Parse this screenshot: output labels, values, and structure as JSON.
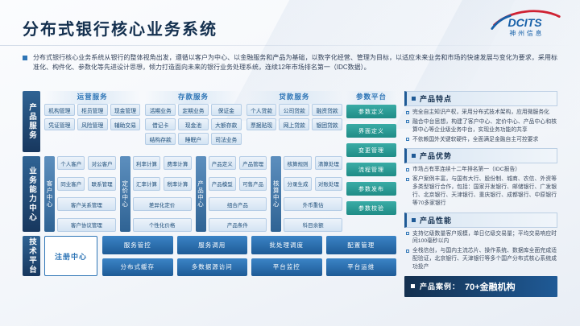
{
  "meta": {
    "accent": "#2e75b6",
    "navy": "#14304f",
    "teal": "#2a9d9a"
  },
  "header": {
    "title": "分布式银行核心业务系统",
    "logo_brand": "DCITS",
    "logo_company": "神州信息",
    "description": "分布式银行核心业务系统从银行的整体视角出发，遵循以客户为中心、以金融服务和产品为基础，以数字化经营、管理为目标，以适应未来业务和市场的快速发展与变化为要求，采用标准化、构件化、参数化等先进设计思想，倾力打造面向未来的银行业务处理系统，连续12年市场排名第一（IDC数据）。"
  },
  "diagram": {
    "layer_labels": [
      "产品服务",
      "业务能力中心",
      "技术平台"
    ],
    "service_groups": [
      {
        "title": "运营服务",
        "boxes": [
          "机构管理",
          "柜员管理",
          "现金管理",
          "凭证管理",
          "风险管理",
          "辅助交易"
        ]
      },
      {
        "title": "存款服务",
        "boxes": [
          "活期业务",
          "定期业务",
          "保证金",
          "借记卡",
          "现金池",
          "大额存款",
          "结构存款",
          "睡眠户",
          "司法业务"
        ]
      },
      {
        "title": "贷款服务",
        "boxes": [
          "个人贷款",
          "公司贷款",
          "融资贷款",
          "票据贴现",
          "网上贷款",
          "银团贷款"
        ]
      }
    ],
    "param_platform": {
      "title": "参数平台",
      "boxes": [
        "参数定义",
        "界面定义",
        "变更管理",
        "流程管理",
        "参数发布",
        "参数校验"
      ]
    },
    "capability_groups": [
      {
        "label": "客户中心",
        "boxes": [
          "个人客户",
          "对公客户",
          "同业客户",
          "联系管理",
          {
            "t": "客户关系管理",
            "wide": true
          },
          {
            "t": "客户协议管理",
            "wide": true
          }
        ]
      },
      {
        "label": "定价中心",
        "boxes": [
          "利率计算",
          "费率计算",
          "汇率计算",
          "税率计算",
          {
            "t": "差异化定价",
            "wide": true
          },
          {
            "t": "个性化价格",
            "wide": true
          }
        ]
      },
      {
        "label": "产品中心",
        "boxes": [
          "产品定义",
          "产品管理",
          "产品模型",
          "可售产品",
          {
            "t": "组合产品",
            "wide": true
          },
          {
            "t": "产品条件",
            "wide": true
          }
        ]
      },
      {
        "label": "核算中心",
        "boxes": [
          "核算规则",
          "清算处理",
          "分录生成",
          "对账处理",
          {
            "t": "外币重估",
            "wide": true
          },
          {
            "t": "科目余额",
            "wide": true
          }
        ]
      }
    ],
    "tech_platform": {
      "registry": "注册中心",
      "boxes": [
        "服务管控",
        "服务调用",
        "批处理调度",
        "配置管理",
        "分布式缓存",
        "多数据源访问",
        "平台监控",
        "平台运维"
      ]
    }
  },
  "panel": {
    "sections": [
      {
        "title": "产品特点",
        "bullets": [
          "完全自主知识产权，采用分布式技术架构，应用微服务化",
          "融合中台思想，构建了客户中心、定价中心、产品中心和核算中心等企业级业务中台，实现业务功能的共享",
          "不依赖国外关键软硬件，全面满足金融自主可控要求"
        ]
      },
      {
        "title": "产品优势",
        "bullets": [
          "市场占有率连续十二年排名第一（IDC报告）",
          "客户案例丰富，与国有大行、股份制、城商、农信、外资等多类型银行合作，包括：国家开发银行、邮储银行、广发银行、北京银行、天津银行、重庆银行、成都银行、中原银行等70多家银行"
        ]
      },
      {
        "title": "产品性能",
        "bullets": [
          "支持亿级数量客户规模，单日亿级交易量；平均交易响应时间100毫秒以内",
          "全栈信创，与国内主流芯片、操作系统、数据库全面完成适配验证，北京银行、天津银行等多个国产分布式核心系统成功投产"
        ]
      }
    ],
    "case": {
      "label": "产品案例：",
      "value": "70+金融机构"
    }
  }
}
